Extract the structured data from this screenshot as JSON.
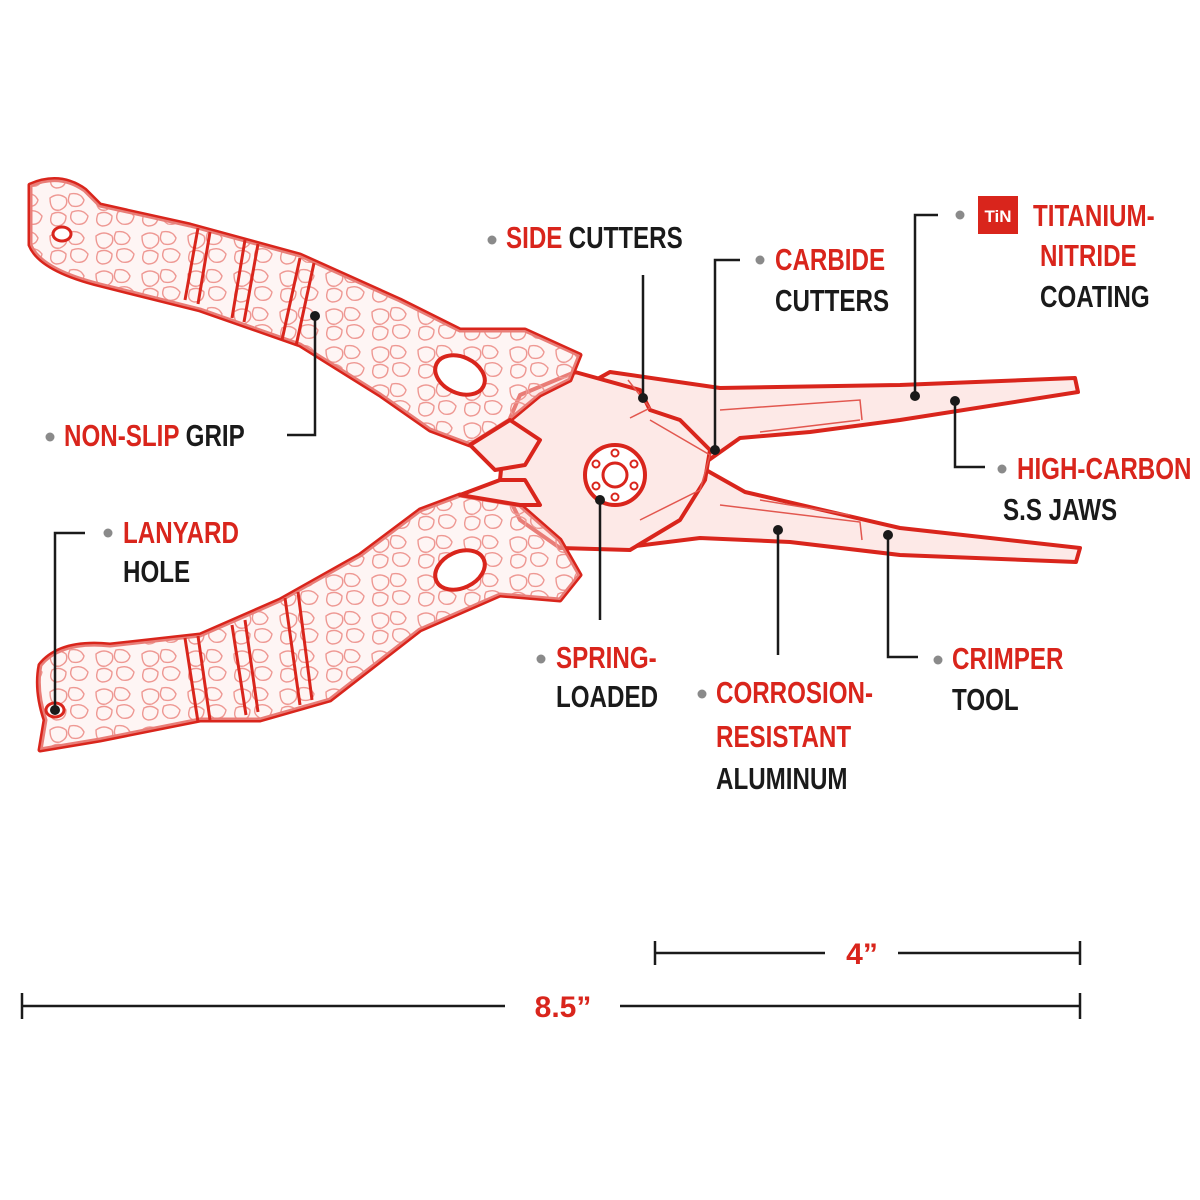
{
  "labels": {
    "side_cutters": {
      "accent": "SIDE",
      "rest": "CUTTERS"
    },
    "carbide": {
      "accent": "CARBIDE",
      "line2": "CUTTERS"
    },
    "titanium": {
      "badge": "TiN",
      "accent1": "TITANIUM-",
      "accent2": "NITRIDE",
      "line3": "COATING"
    },
    "non_slip": {
      "accent": "NON-SLIP",
      "rest": "GRIP"
    },
    "high_carbon": {
      "accent": "HIGH-CARBON",
      "line2": "S.S JAWS"
    },
    "lanyard": {
      "accent": "LANYARD",
      "line2": "HOLE"
    },
    "spring": {
      "accent": "SPRING-",
      "line2": "LOADED"
    },
    "corrosion": {
      "accent1": "CORROSION-",
      "accent2": "RESISTANT",
      "line3": "ALUMINUM"
    },
    "crimper": {
      "accent": "CRIMPER",
      "line2": "TOOL"
    }
  },
  "dimensions": {
    "short": "4”",
    "long": "8.5”"
  },
  "colors": {
    "accent": "#d9251c",
    "text": "#1a1a1a",
    "bullet": "#8a8a8a"
  }
}
